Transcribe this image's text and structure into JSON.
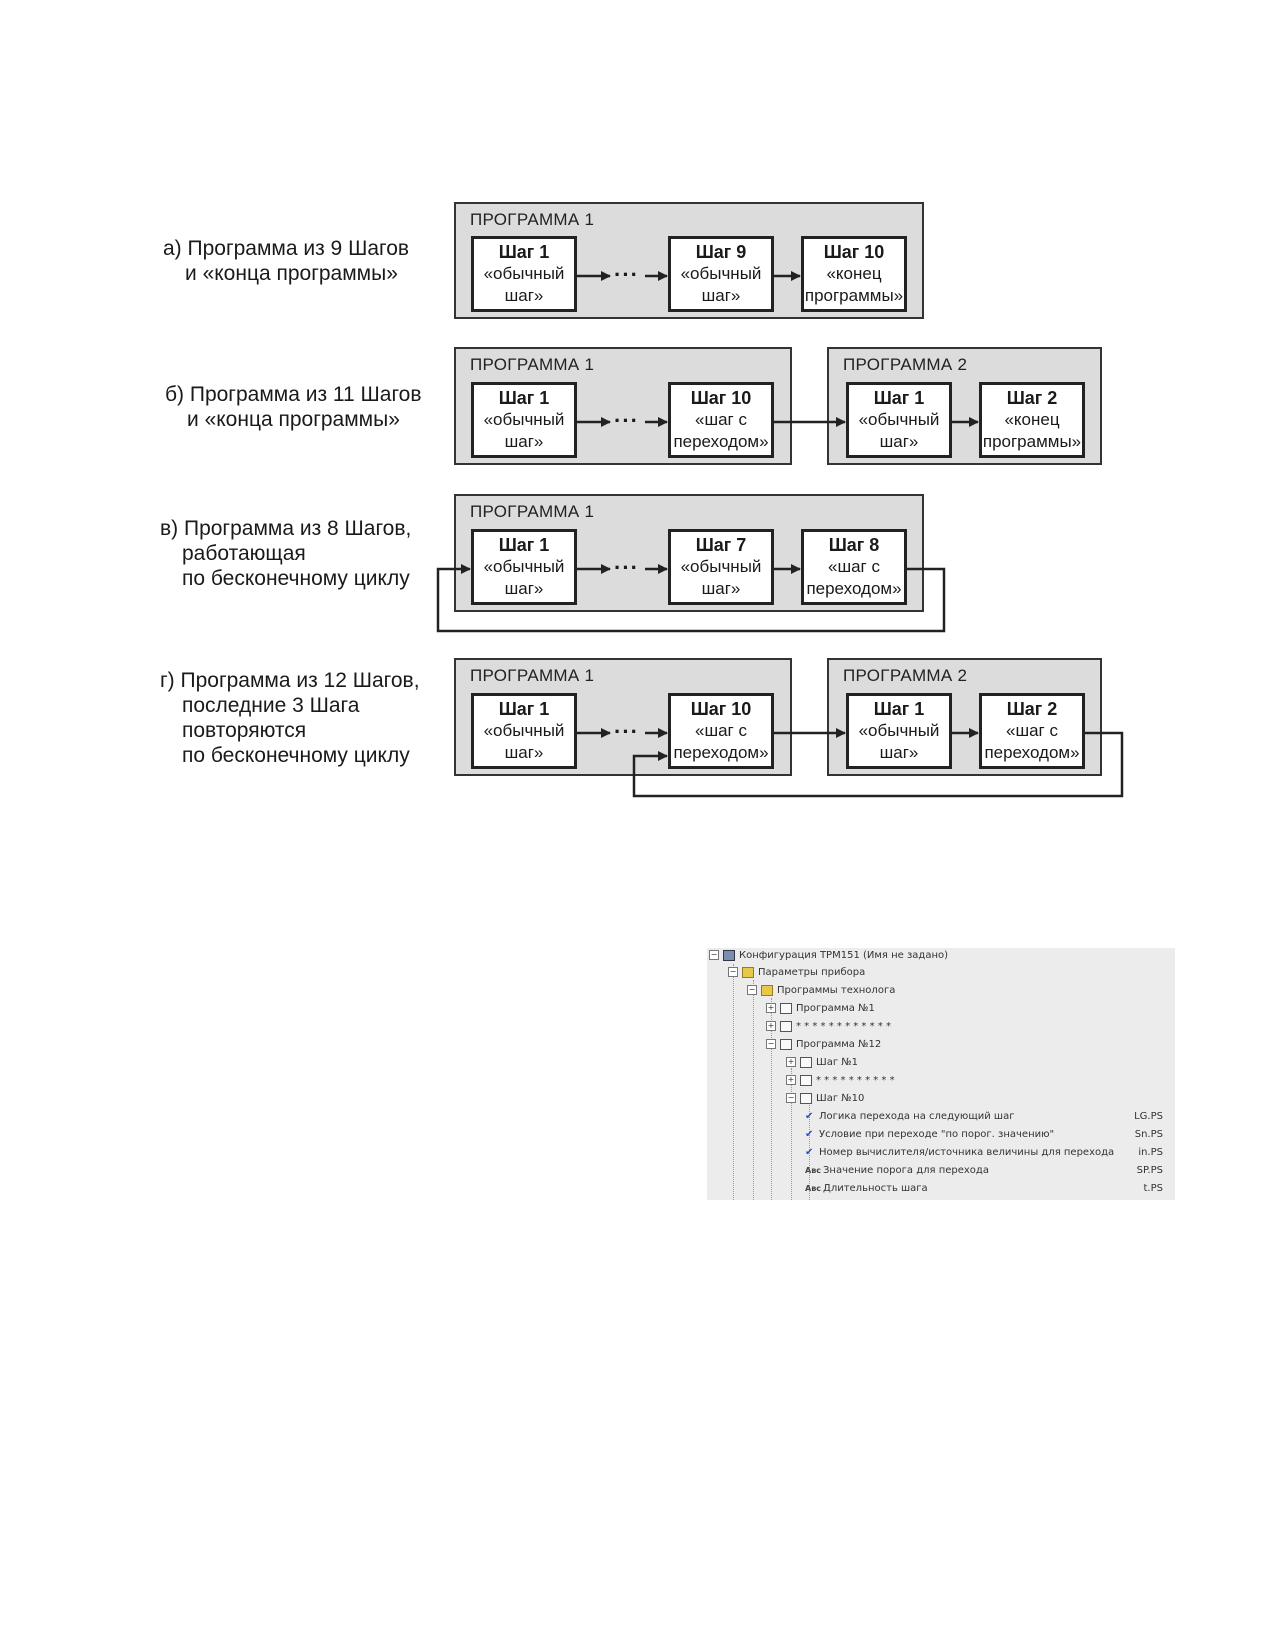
{
  "captions": {
    "a": [
      "а) Программа из 9 Шагов",
      "и «конца программы»"
    ],
    "b": [
      "б) Программа из 11 Шагов",
      "и «конца программы»"
    ],
    "v": [
      "в) Программа из 8 Шагов,",
      "работающая",
      "по бесконечному циклу"
    ],
    "g": [
      "г) Программа из 12 Шагов,",
      "последние 3 Шага",
      "повторяются",
      "по бесконечному циклу"
    ]
  },
  "labels": {
    "prog1": "ПРОГРАММА 1",
    "prog2": "ПРОГРАММА 2",
    "ellipsis": "···"
  },
  "diagram_a": [
    {
      "title": "Шаг 1",
      "l1": "«обычный",
      "l2": "шаг»"
    },
    {
      "title": "Шаг 9",
      "l1": "«обычный",
      "l2": "шаг»"
    },
    {
      "title": "Шаг 10",
      "l1": "«конец",
      "l2": "программы»"
    }
  ],
  "diagram_b": [
    {
      "title": "Шаг 1",
      "l1": "«обычный",
      "l2": "шаг»"
    },
    {
      "title": "Шаг 10",
      "l1": "«шаг с",
      "l2": "переходом»"
    },
    {
      "title": "Шаг 1",
      "l1": "«обычный",
      "l2": "шаг»"
    },
    {
      "title": "Шаг 2",
      "l1": "«конец",
      "l2": "программы»"
    }
  ],
  "diagram_v": [
    {
      "title": "Шаг 1",
      "l1": "«обычный",
      "l2": "шаг»"
    },
    {
      "title": "Шаг 7",
      "l1": "«обычный",
      "l2": "шаг»"
    },
    {
      "title": "Шаг 8",
      "l1": "«шаг с",
      "l2": "переходом»"
    }
  ],
  "diagram_g": [
    {
      "title": "Шаг 1",
      "l1": "«обычный",
      "l2": "шаг»"
    },
    {
      "title": "Шаг 10",
      "l1": "«шаг с",
      "l2": "переходом»"
    },
    {
      "title": "Шаг 1",
      "l1": "«обычный",
      "l2": "шаг»"
    },
    {
      "title": "Шаг 2",
      "l1": "«шаг с",
      "l2": "переходом»"
    }
  ],
  "tree": {
    "root": "Конфигурация ТРМ151 (Имя не задано)",
    "params": "Параметры прибора",
    "programs": "Программы технолога",
    "prog1": "Программа №1",
    "stars1": "* * * * * * * * * * * *",
    "prog12": "Программа №12",
    "step1": "Шаг №1",
    "stars2": "* * * * * * * * * *",
    "step10": "Шаг №10",
    "params_list": [
      {
        "label": "Логика перехода на следующий шаг",
        "code": "LG.PS",
        "icon": "check-icon"
      },
      {
        "label": "Условие при переходе \"по порог. значению\"",
        "code": "Sn.PS",
        "icon": "check-icon"
      },
      {
        "label": "Номер вычислителя/источника величины для перехода",
        "code": "in.PS",
        "icon": "check-icon"
      },
      {
        "label": "Значение порога для перехода",
        "code": "SP.PS",
        "icon": "abc-icon"
      },
      {
        "label": "Длительность шага",
        "code": "t.PS",
        "icon": "abc-icon"
      }
    ]
  }
}
